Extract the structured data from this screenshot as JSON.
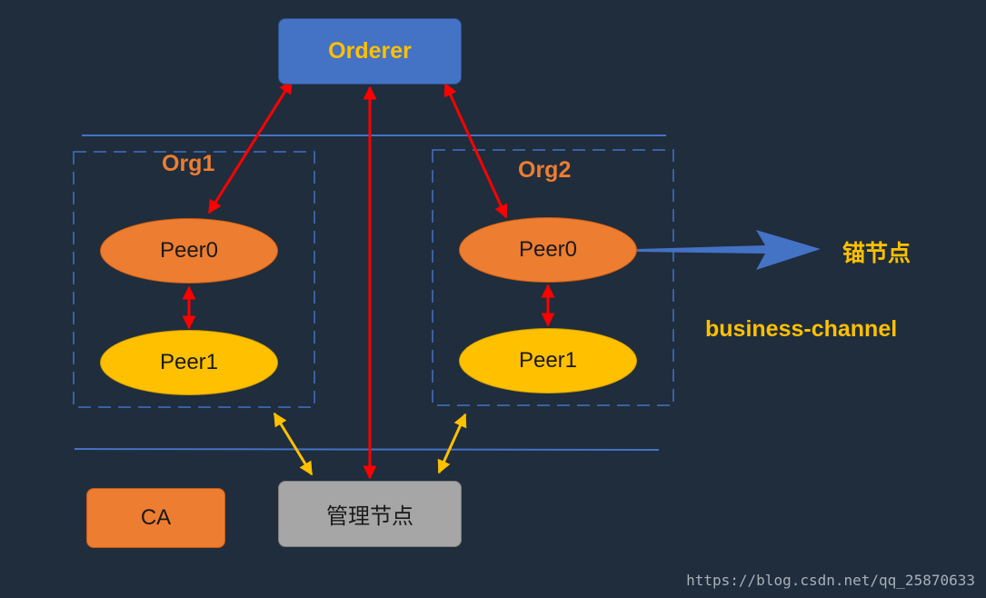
{
  "orderer": {
    "label": "Orderer"
  },
  "org1": {
    "label": "Org1",
    "peer0": "Peer0",
    "peer1": "Peer1"
  },
  "org2": {
    "label": "Org2",
    "peer0": "Peer0",
    "peer1": "Peer1"
  },
  "anchor_label": "锚节点",
  "channel_label": "business-channel",
  "ca": {
    "label": "CA"
  },
  "admin_node": {
    "label": "管理节点"
  },
  "watermark": "https://blog.csdn.net/qq_25870633",
  "colors": {
    "background": "#1f2d3d",
    "orderer_fill": "#4472c4",
    "peer0_fill": "#ed7d31",
    "peer1_fill": "#ffc000",
    "ca_fill": "#ed7d31",
    "admin_fill": "#a6a6a6",
    "org_label": "#ed7d31",
    "highlight_text": "#ffc000",
    "red_arrow": "#ff0000",
    "yellow_arrow": "#ffc000",
    "line_blue": "#4472c4"
  }
}
